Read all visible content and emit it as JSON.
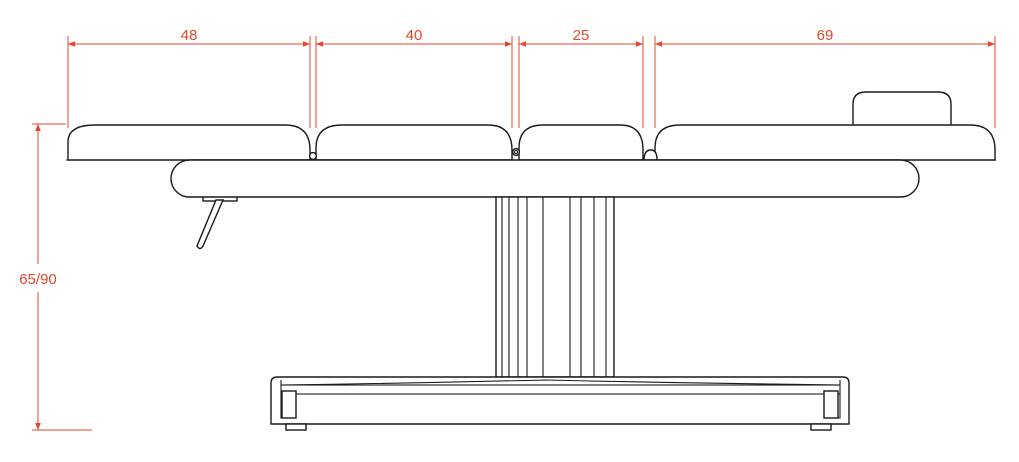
{
  "dimensions": {
    "segment_1": "48",
    "segment_2": "40",
    "segment_3": "25",
    "segment_4": "69",
    "height": "65/90"
  },
  "colors": {
    "dimension_lines": "#e8452c",
    "outline": "#1a1a1a",
    "background": "#ffffff"
  }
}
